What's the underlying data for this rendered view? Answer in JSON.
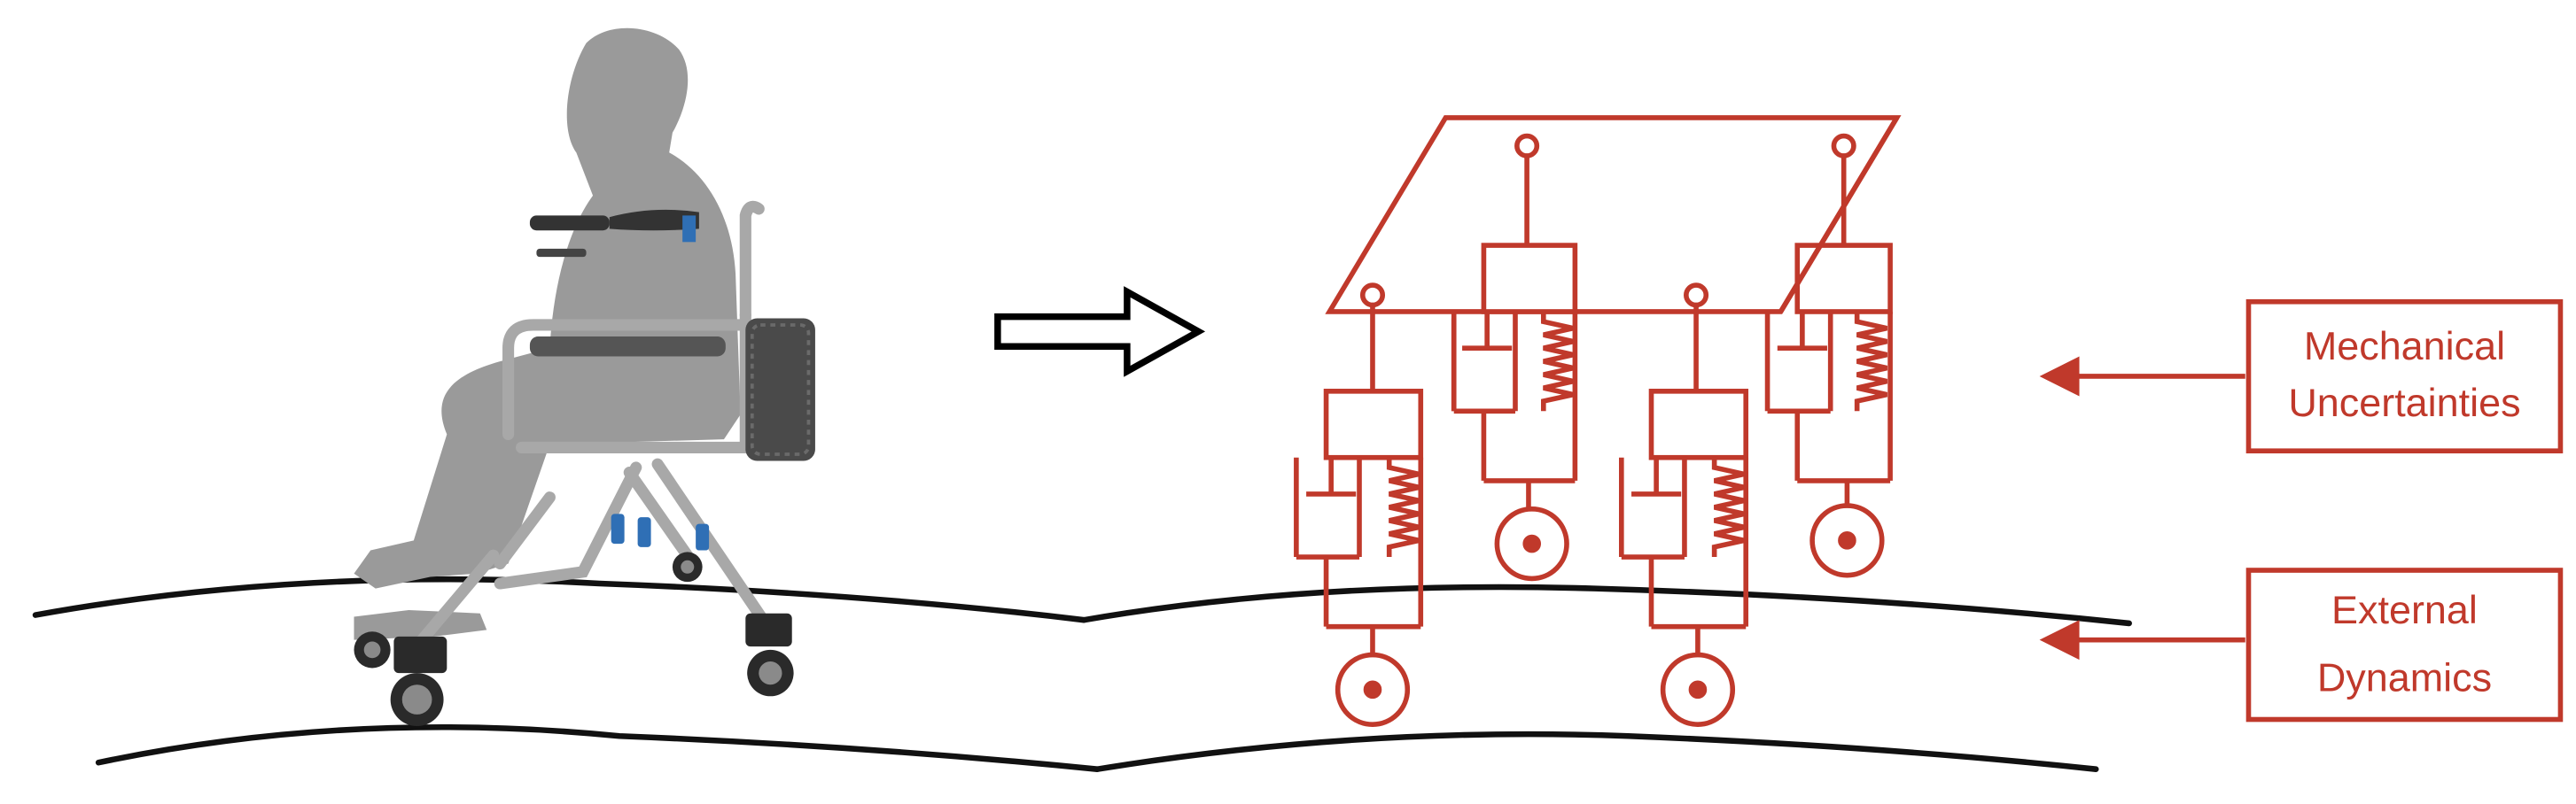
{
  "colors": {
    "diagram": "#c0392b",
    "ground": "#111111",
    "figure": "#9a9a9a",
    "frame": "#a8a8a8",
    "accent_blue": "#2f6fb5"
  },
  "icons": {
    "figure": "seated-person-silhouette",
    "device": "walking-aid-chair",
    "arrow": "hollow-right-arrow"
  },
  "labels": {
    "mechanical": [
      "Mechanical",
      "Uncertainties"
    ],
    "external": [
      "External",
      "Dynamics"
    ]
  }
}
